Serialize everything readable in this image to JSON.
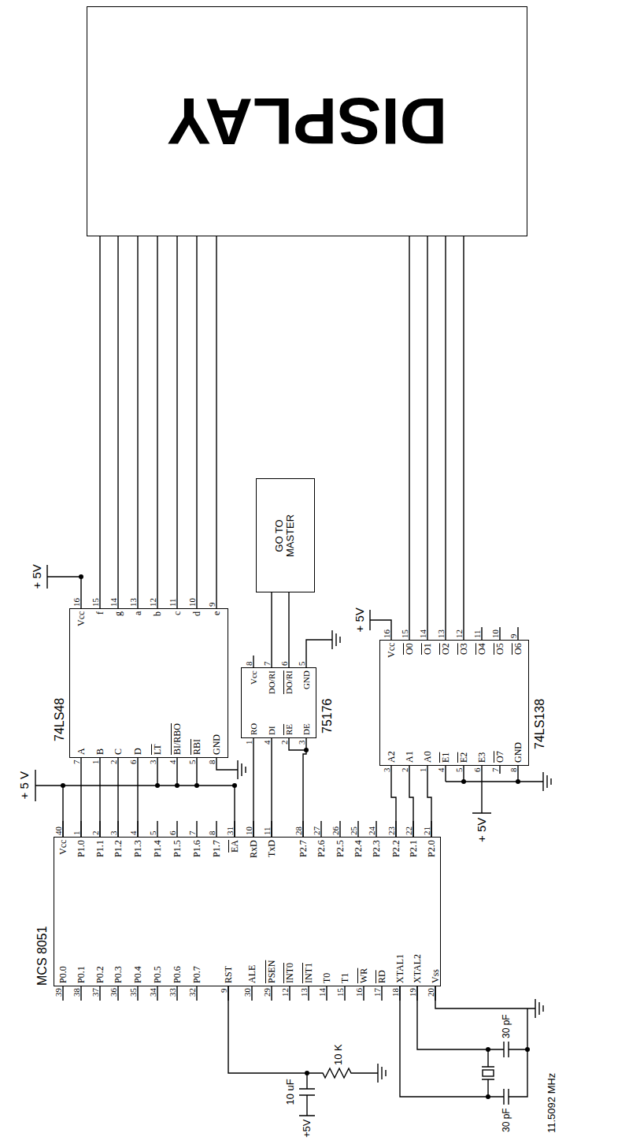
{
  "diagram": {
    "nodes": [
      {
        "text": [
          "MCS 8051"
        ]
      },
      {
        "text": [
          "74LS48"
        ]
      },
      {
        "text": [
          "75176"
        ]
      },
      {
        "text": [
          "GO TO MASTER"
        ]
      },
      {
        "text": [
          "74LS138"
        ]
      },
      {
        "text": [
          "DISPLAY"
        ]
      }
    ],
    "edges": [
      {
        "from": 0,
        "to": 1,
        "arrow": "none"
      },
      {
        "from": 0,
        "to": 1,
        "arrow": "none"
      },
      {
        "from": 0,
        "to": 1,
        "arrow": "none"
      },
      {
        "from": 0,
        "to": 1,
        "arrow": "none"
      },
      {
        "from": 1,
        "to": 5,
        "arrow": "none"
      },
      {
        "from": 1,
        "to": 5,
        "arrow": "none"
      },
      {
        "from": 1,
        "to": 5,
        "arrow": "none"
      },
      {
        "from": 1,
        "to": 5,
        "arrow": "none"
      },
      {
        "from": 1,
        "to": 5,
        "arrow": "none"
      },
      {
        "from": 1,
        "to": 5,
        "arrow": "none"
      },
      {
        "from": 1,
        "to": 5,
        "arrow": "none"
      },
      {
        "from": 0,
        "to": 2,
        "arrow": "none"
      },
      {
        "from": 0,
        "to": 2,
        "arrow": "none"
      },
      {
        "from": 0,
        "to": 2,
        "arrow": "none"
      },
      {
        "from": 2,
        "to": 3,
        "arrow": "none"
      },
      {
        "from": 2,
        "to": 3,
        "arrow": "none"
      },
      {
        "from": 0,
        "to": 4,
        "arrow": "none"
      },
      {
        "from": 0,
        "to": 4,
        "arrow": "none"
      },
      {
        "from": 0,
        "to": 4,
        "arrow": "none"
      },
      {
        "from": 4,
        "to": 5,
        "arrow": "none"
      },
      {
        "from": 4,
        "to": 5,
        "arrow": "none"
      },
      {
        "from": 4,
        "to": 5,
        "arrow": "none"
      },
      {
        "from": 4,
        "to": 5,
        "arrow": "none"
      }
    ],
    "labels": [
      "Vcc",
      "P1.0",
      "P1.1",
      "P1.2",
      "P1.3",
      "P1.4",
      "P1.5",
      "P1.6",
      "P1.7",
      "EA",
      "RxD",
      "TxD",
      "P2.7",
      "P2.6",
      "P2.5",
      "P2.4",
      "P2.3",
      "P2.2",
      "P2.1",
      "P2.0",
      "40",
      "1",
      "2",
      "3",
      "4",
      "5",
      "6",
      "7",
      "8",
      "31",
      "10",
      "11",
      "28",
      "27",
      "26",
      "25",
      "24",
      "23",
      "22",
      "21",
      "P0.0",
      "P0.1",
      "P0.2",
      "P0.3",
      "P0.4",
      "P0.5",
      "P0.6",
      "P0.7",
      "RST",
      "ALE",
      "PSEN",
      "INT0",
      "INT1",
      "T0",
      "T1",
      "WR",
      "RD",
      "XTAL1",
      "XTAL2",
      "Vss",
      "39",
      "38",
      "37",
      "36",
      "35",
      "34",
      "33",
      "32",
      "9",
      "30",
      "29",
      "12",
      "13",
      "14",
      "15",
      "16",
      "17",
      "18",
      "19",
      "20",
      "A",
      "B",
      "C",
      "D",
      "LT",
      "BI/RBO",
      "RBI",
      "GND",
      "7",
      "1",
      "2",
      "6",
      "3",
      "4",
      "5",
      "8",
      "Vcc",
      "f",
      "g",
      "a",
      "b",
      "c",
      "d",
      "e",
      "16",
      "15",
      "14",
      "13",
      "12",
      "11",
      "10",
      "9",
      "RO",
      "DI",
      "RE",
      "DE",
      "1",
      "4",
      "2",
      "3",
      "Vcc",
      "DO/RI",
      "DO/RI",
      "GND",
      "8",
      "7",
      "6",
      "5",
      "A2",
      "A1",
      "A0",
      "E1",
      "E2",
      "E3",
      "O7",
      "GND",
      "3",
      "2",
      "1",
      "4",
      "5",
      "6",
      "7",
      "8",
      "Vcc",
      "O0",
      "O1",
      "O2",
      "O3",
      "O4",
      "O5",
      "O6",
      "16",
      "15",
      "14",
      "13",
      "12",
      "11",
      "10",
      "9",
      "+ 5 V",
      "+ 5V",
      "+ 5V",
      "+ 5V",
      "+5V",
      "10 uF",
      "10 K",
      "11.5092 MHz",
      "30 pF",
      "30 pF"
    ]
  }
}
